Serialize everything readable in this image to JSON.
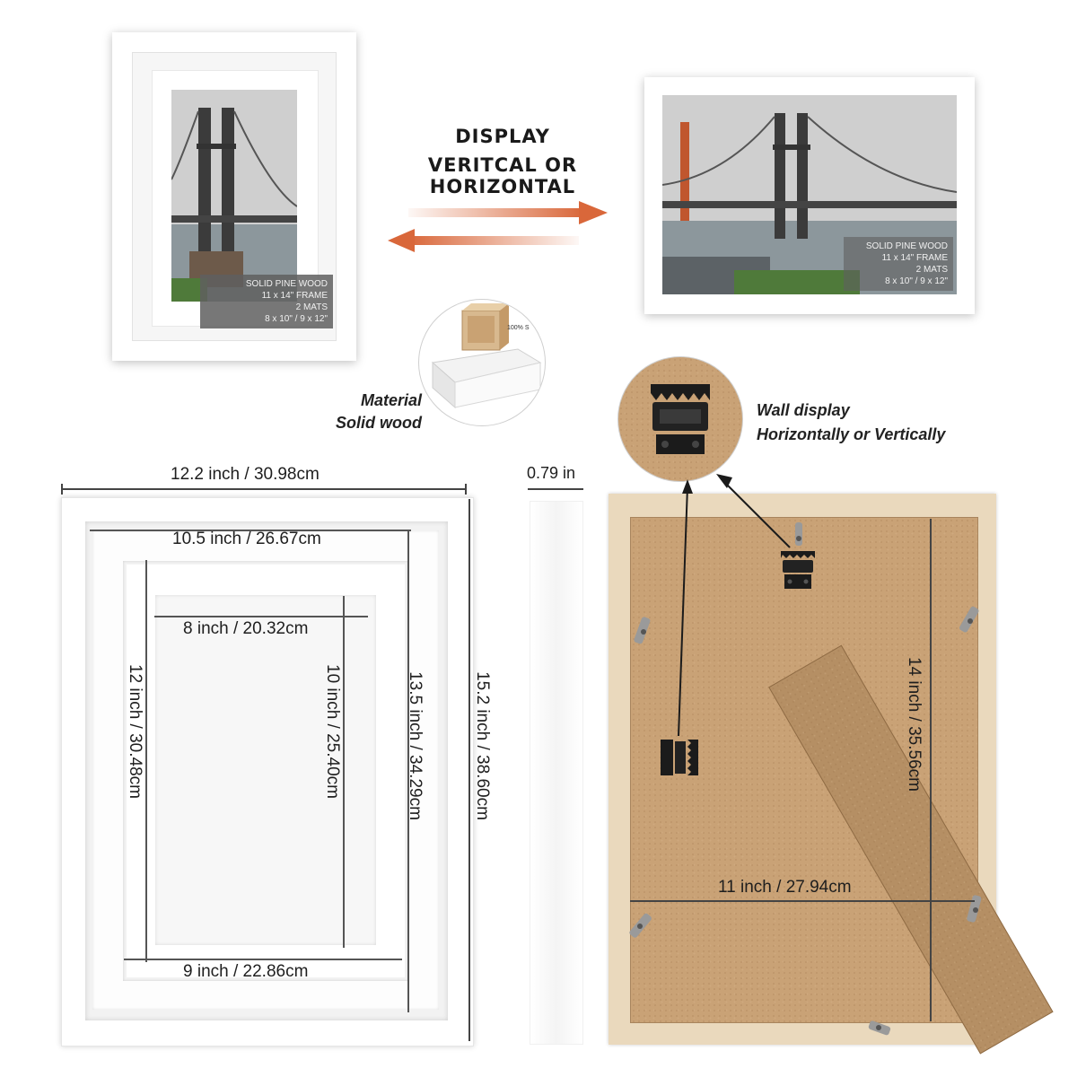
{
  "headline": {
    "line1": "DISPLAY",
    "line2": "VERITCAL OR HORIZONTAL"
  },
  "spec_label": {
    "line1": "SOLID PINE WOOD",
    "line2": "11 x 14\" FRAME",
    "line3": "2 MATS",
    "line4": "8 x 10\" / 9 x 12\""
  },
  "material": {
    "label_line1": "Material",
    "label_line2": "Solid wood",
    "tag": "100% S"
  },
  "wall_display": {
    "line1": "Wall display",
    "line2": "Horizontally or Vertically"
  },
  "dimensions": {
    "outer_width": "12.2 inch / 30.98cm",
    "outer_height": "15.2 inch / 38.60cm",
    "mat1_width": "10.5 inch / 26.67cm",
    "mat1_height": "13.5 inch / 34.29cm",
    "mat2_width": "9 inch / 22.86cm",
    "mat2_height": "12 inch / 30.48cm",
    "opening_width": "8 inch / 20.32cm",
    "opening_height": "10 inch / 25.40cm",
    "depth": "0.79 in",
    "back_width": "11 inch / 27.94cm",
    "back_height": "14 inch / 35.56cm"
  },
  "icons": {
    "arrow_right": "arrow-right-icon",
    "arrow_left": "arrow-left-icon",
    "hanger": "sawtooth-hanger-icon",
    "clip": "turn-button-clip-icon"
  },
  "colors": {
    "arrow": "#d9673a",
    "kraft": "#c9a276",
    "pine": "#ead9bd",
    "frame_white": "#ffffff"
  }
}
